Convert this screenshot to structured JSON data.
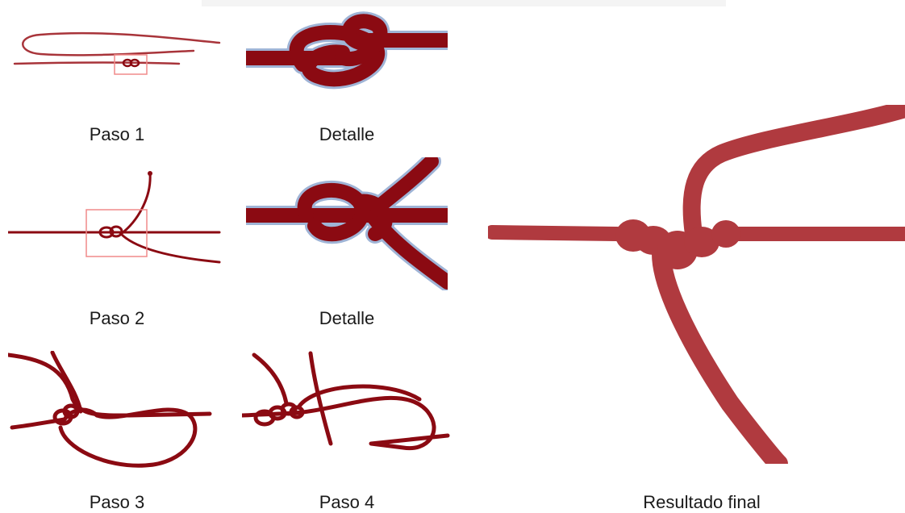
{
  "captions": {
    "step1": "Paso 1",
    "detail1": "Detalle",
    "step2": "Paso 2",
    "detail2": "Detalle",
    "step3": "Paso 3",
    "step4": "Paso 4",
    "final": "Resultado final"
  },
  "colors": {
    "rope_dark": "#8b0a12",
    "rope_light": "#a8343a",
    "rope_final": "#b03a3f",
    "outline": "#9fb4d6",
    "highlight_box": "#f08a8a"
  }
}
